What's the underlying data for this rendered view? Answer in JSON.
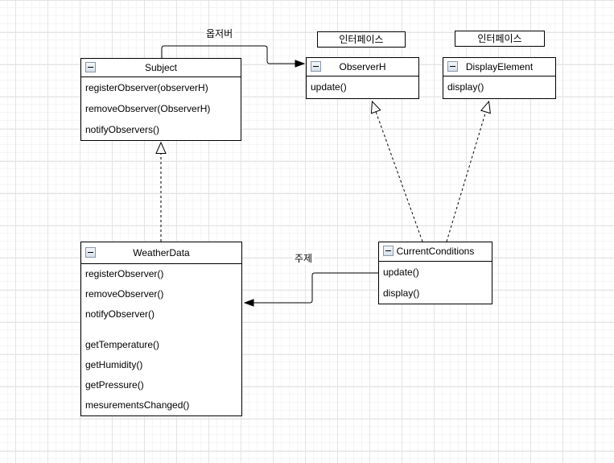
{
  "canvas": {
    "bg": "#ffffff",
    "grid_minor_color": "#f5f5f5",
    "grid_major_color": "#e4e4e4",
    "stroke_color": "#000000",
    "fill_color": "#ffffff"
  },
  "edge_labels": {
    "observer": "옵저버",
    "subject": "주제"
  },
  "interface_tags": {
    "observerh": "인터페이스",
    "displayelement": "인터페이스"
  },
  "classes": {
    "subject": {
      "title": "Subject",
      "methods": [
        "registerObserver(observerH)",
        "removeObserver(ObserverH)",
        "notifyObservers()"
      ]
    },
    "observerh": {
      "title": "ObserverH",
      "methods": [
        "update()"
      ]
    },
    "displayelement": {
      "title": "DisplayElement",
      "methods": [
        "display()"
      ]
    },
    "weatherdata": {
      "title": "WeatherData",
      "methods_top": [
        "registerObserver()",
        "removeObserver()",
        "notifyObserver()"
      ],
      "methods_bottom": [
        "getTemperature()",
        "getHumidity()",
        "getPressure()",
        "mesurementsChanged()"
      ]
    },
    "currentconditions": {
      "title": "CurrentConditions",
      "methods": [
        "update()",
        "display()"
      ]
    }
  }
}
